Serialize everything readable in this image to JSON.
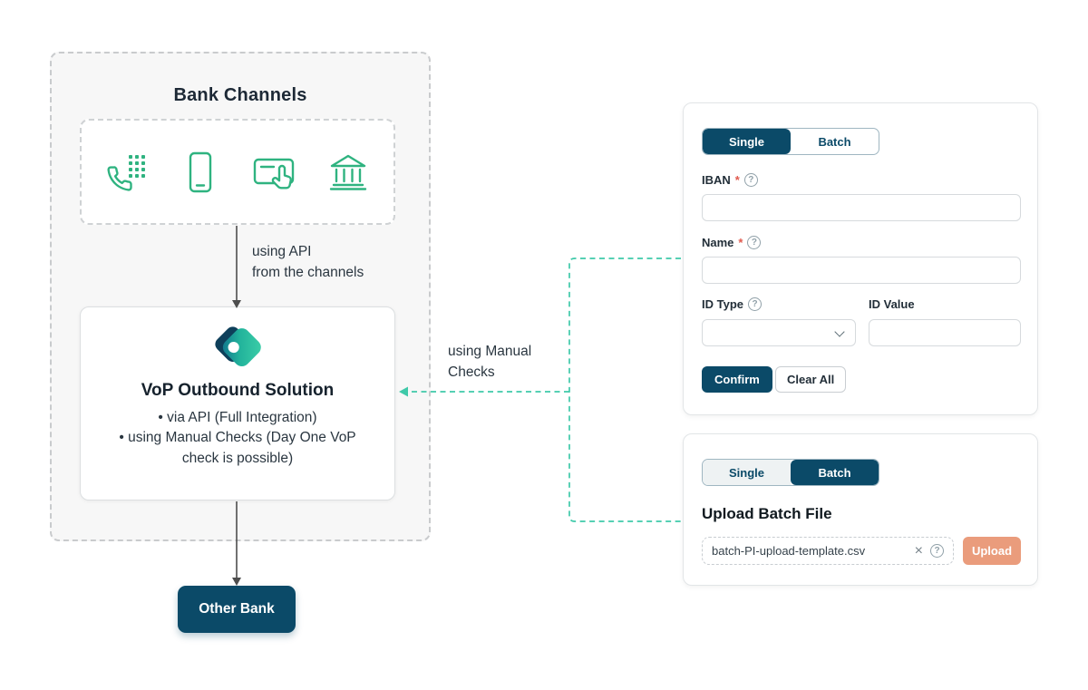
{
  "colors": {
    "navy": "#0b4a68",
    "green": "#2fb380",
    "connector_teal": "#3fc9a9",
    "salmon": "#ea9c7c",
    "panel_bg": "#f7f7f7"
  },
  "diagram": {
    "title": "Bank Channels",
    "channel_icons": [
      "phone-keypad-icon",
      "mobile-icon",
      "card-tap-icon",
      "bank-icon"
    ],
    "api_label_line1": "using API",
    "api_label_line2": "from the channels",
    "manual_label_line1": "using Manual",
    "manual_label_line2": "Checks",
    "vop": {
      "title": "VoP Outbound Solution",
      "bullet1": "via API (Full Integration)",
      "bullet2": "using Manual Checks (Day One VoP check is possible)"
    },
    "other_bank": "Other Bank"
  },
  "single_form": {
    "tab_single": "Single",
    "tab_batch": "Batch",
    "required_marker": "*",
    "iban_label": "IBAN",
    "iban_value": "",
    "name_label": "Name",
    "name_value": "",
    "id_type_label": "ID Type",
    "id_type_value": "",
    "id_value_label": "ID Value",
    "id_value_value": "",
    "confirm": "Confirm",
    "clear_all": "Clear All"
  },
  "batch_form": {
    "tab_single": "Single",
    "tab_batch": "Batch",
    "heading": "Upload Batch File",
    "file_name": "batch-PI-upload-template.csv",
    "upload": "Upload"
  }
}
